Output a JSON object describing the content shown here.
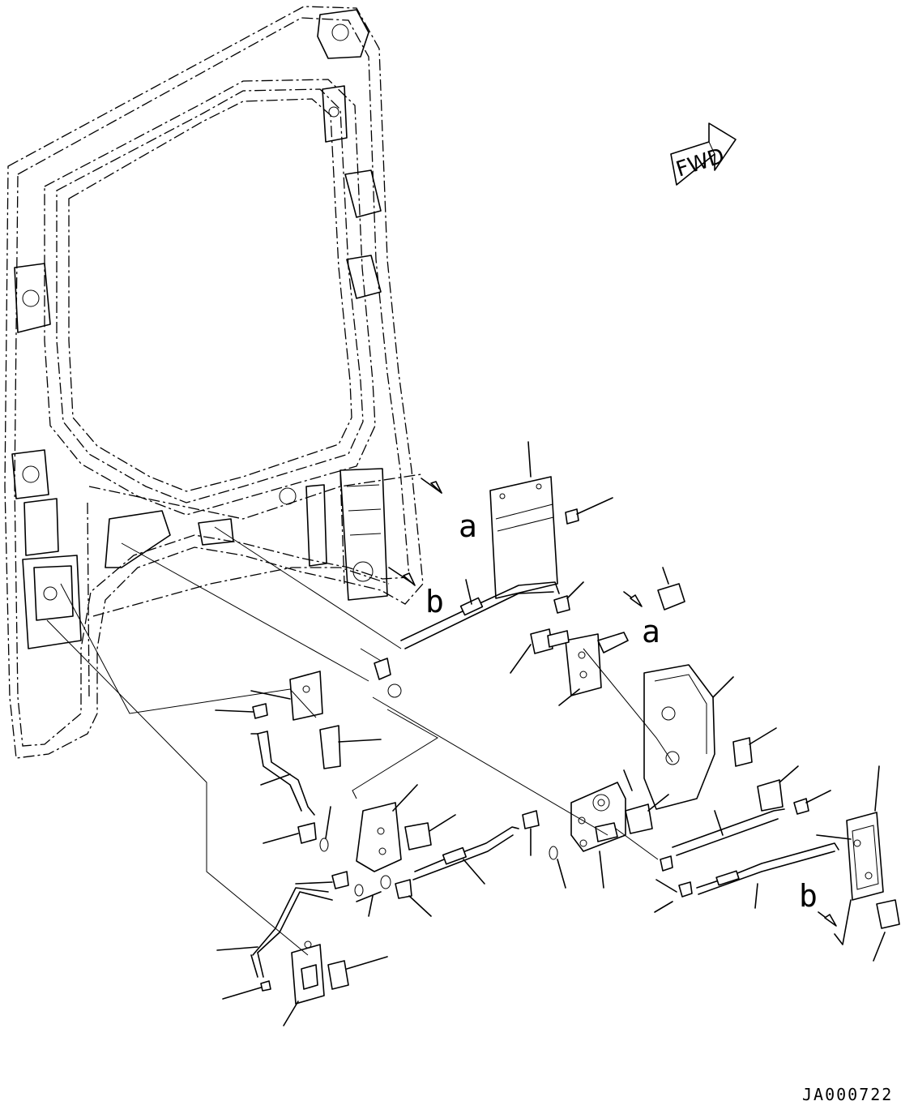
{
  "drawing": {
    "fwd_label": "FWD",
    "view_labels": {
      "a_upper": "a",
      "b_upper": "b",
      "a_right": "a",
      "b_lower": "b"
    },
    "drawing_code": "JA000722"
  },
  "icons": {
    "fwd_arrow": "forward-direction-arrow-icon",
    "view_arrow": "view-direction-arrow-icon"
  },
  "colors": {
    "line": "#000000",
    "background": "#ffffff"
  }
}
